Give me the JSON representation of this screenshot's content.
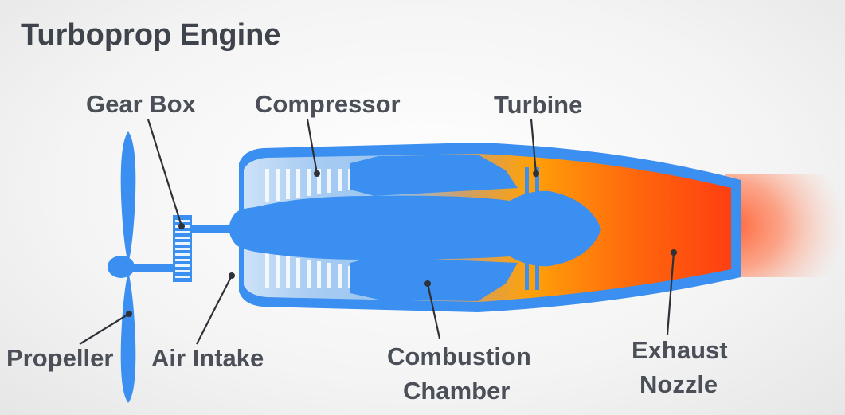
{
  "title": "Turboprop Engine",
  "labels": {
    "gear_box": "Gear Box",
    "compressor": "Compressor",
    "turbine": "Turbine",
    "propeller": "Propeller",
    "air_intake": "Air Intake",
    "combustion_line1": "Combustion",
    "combustion_line2": "Chamber",
    "exhaust_line1": "Exhaust",
    "exhaust_line2": "Nozzle"
  },
  "colors": {
    "engine_blue": "#3a8ff0",
    "intake_light_blue": "#a9cdf3",
    "flame_orange": "#ff9a05",
    "exhaust_red": "#ff3e10",
    "label_text": "#4a4f58"
  }
}
